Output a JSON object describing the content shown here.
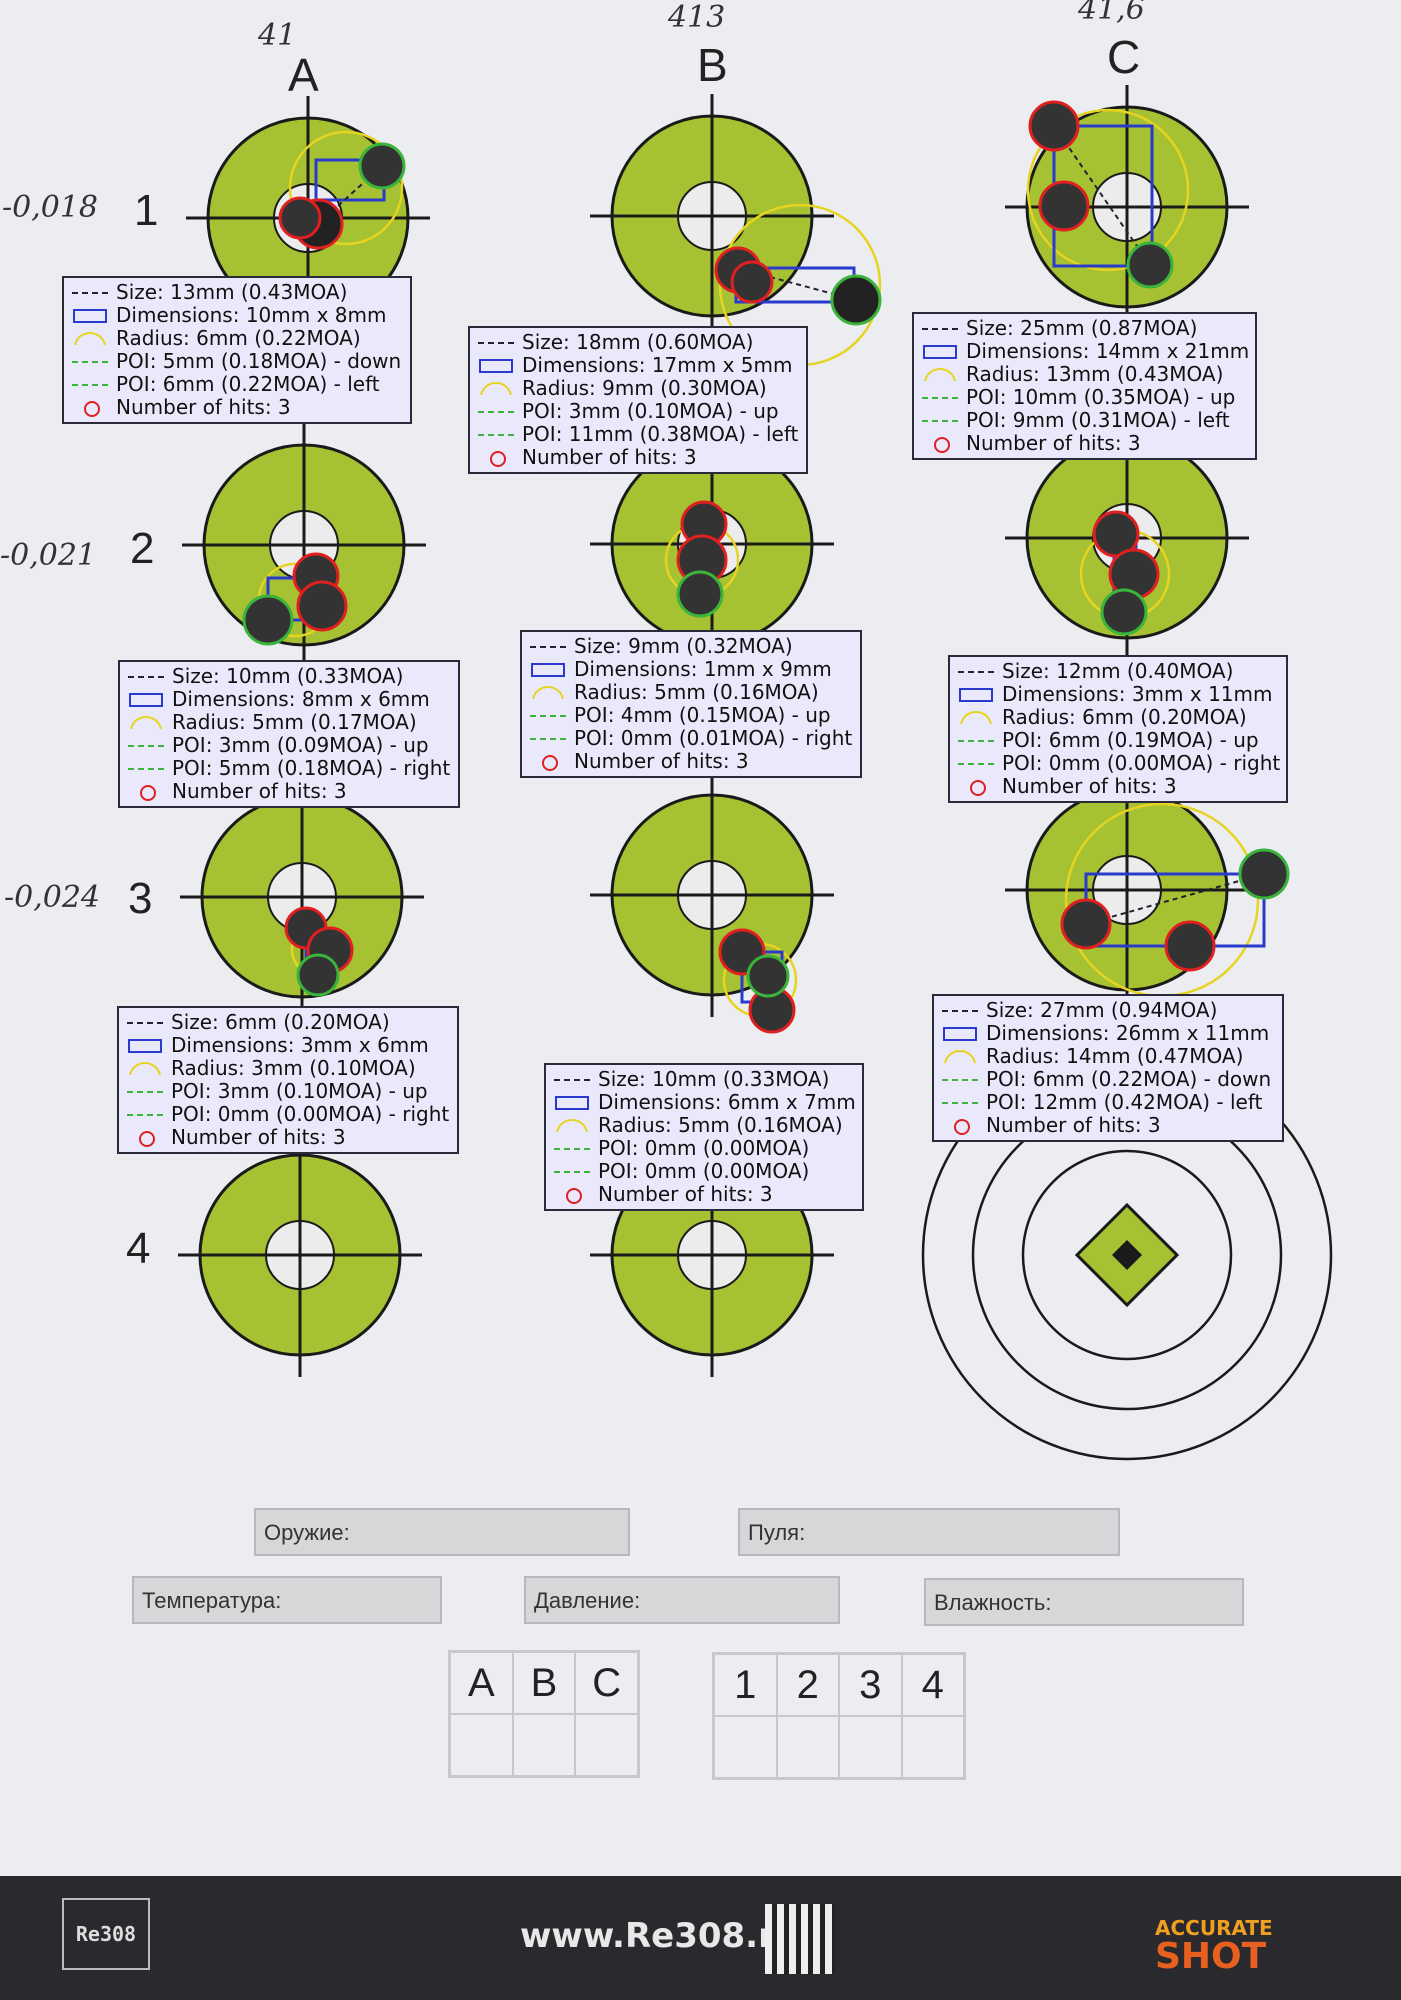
{
  "columns": [
    "A",
    "B",
    "C"
  ],
  "handwritten_columns": [
    "41",
    "413",
    "41,6"
  ],
  "rows": [
    "1",
    "2",
    "3",
    "4"
  ],
  "handwritten_rows": [
    "-0,018",
    "-0,021",
    "-0,024"
  ],
  "legend_colors": {
    "size": "#223344",
    "dimensions": "#2a3acc",
    "radius": "#e6d422",
    "poi": "#3ab43a",
    "hits": "#e02020"
  },
  "groups": [
    {
      "size": "Size: 13mm (0.43MOA)",
      "dimensions": "Dimensions: 10mm x 8mm",
      "radius": "Radius: 6mm (0.22MOA)",
      "poi1": "POI: 5mm (0.18MOA) - down",
      "poi2": "POI: 6mm (0.22MOA) - left",
      "hits": "Number of hits: 3"
    },
    {
      "size": "Size: 18mm (0.60MOA)",
      "dimensions": "Dimensions: 17mm x 5mm",
      "radius": "Radius: 9mm (0.30MOA)",
      "poi1": "POI: 3mm (0.10MOA) - up",
      "poi2": "POI: 11mm (0.38MOA) - left",
      "hits": "Number of hits: 3"
    },
    {
      "size": "Size: 25mm (0.87MOA)",
      "dimensions": "Dimensions: 14mm x 21mm",
      "radius": "Radius: 13mm (0.43MOA)",
      "poi1": "POI: 10mm (0.35MOA) - up",
      "poi2": "POI: 9mm (0.31MOA) - left",
      "hits": "Number of hits: 3"
    },
    {
      "size": "Size: 10mm (0.33MOA)",
      "dimensions": "Dimensions: 8mm x 6mm",
      "radius": "Radius: 5mm (0.17MOA)",
      "poi1": "POI: 3mm (0.09MOA) - up",
      "poi2": "POI: 5mm (0.18MOA) - right",
      "hits": "Number of hits: 3"
    },
    {
      "size": "Size: 9mm (0.32MOA)",
      "dimensions": "Dimensions: 1mm x 9mm",
      "radius": "Radius: 5mm (0.16MOA)",
      "poi1": "POI: 4mm (0.15MOA) - up",
      "poi2": "POI: 0mm (0.01MOA) - right",
      "hits": "Number of hits: 3"
    },
    {
      "size": "Size: 12mm (0.40MOA)",
      "dimensions": "Dimensions: 3mm x 11mm",
      "radius": "Radius: 6mm (0.20MOA)",
      "poi1": "POI: 6mm (0.19MOA) - up",
      "poi2": "POI: 0mm (0.00MOA) - right",
      "hits": "Number of hits: 3"
    },
    {
      "size": "Size: 6mm (0.20MOA)",
      "dimensions": "Dimensions: 3mm x 6mm",
      "radius": "Radius: 3mm (0.10MOA)",
      "poi1": "POI: 3mm (0.10MOA) - up",
      "poi2": "POI: 0mm (0.00MOA) - right",
      "hits": "Number of hits: 3"
    },
    {
      "size": "Size: 10mm (0.33MOA)",
      "dimensions": "Dimensions: 6mm x 7mm",
      "radius": "Radius: 5mm (0.16MOA)",
      "poi1": "POI: 0mm (0.00MOA)",
      "poi2": "POI: 0mm (0.00MOA)",
      "hits": "Number of hits: 3"
    },
    {
      "size": "Size: 27mm (0.94MOA)",
      "dimensions": "Dimensions: 26mm x 11mm",
      "radius": "Radius: 14mm (0.47MOA)",
      "poi1": "POI: 6mm (0.22MOA) - down",
      "poi2": "POI: 12mm (0.42MOA) - left",
      "hits": "Number of hits: 3"
    }
  ],
  "form": {
    "weapon": "Оружие:",
    "bullet": "Пуля:",
    "temperature": "Температура:",
    "pressure": "Давление:",
    "humidity": "Влажность:"
  },
  "selector_letters": [
    "A",
    "B",
    "C"
  ],
  "selector_numbers": [
    "1",
    "2",
    "3",
    "4"
  ],
  "footer": {
    "logo": "Re308",
    "url": "www.Re308.ru",
    "brand_top": "ACCURATE",
    "brand_bottom": "SHOT"
  }
}
